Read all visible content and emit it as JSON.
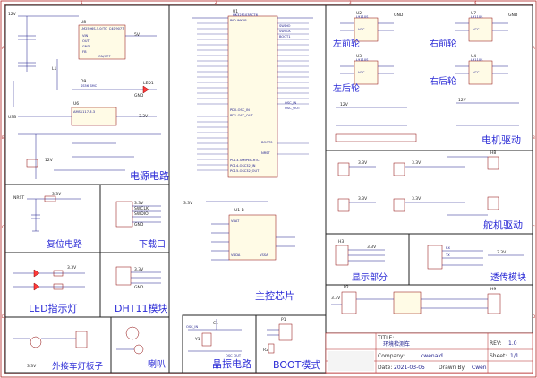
{
  "sections": {
    "power": "电源电路",
    "reset": "复位电路",
    "download": "下载口",
    "led": "LED指示灯",
    "dht11": "DHT11模块",
    "car_light": "外接车灯板子",
    "buzzer": "喇叭",
    "crystal": "晶振电路",
    "boot": "BOOT模式",
    "mcu": "主控芯片",
    "motor_drive": "电机驱动",
    "servo_drive": "舵机驱动",
    "display": "显示部分",
    "bt": "透传模块"
  },
  "wheels": {
    "left_front": "左前轮",
    "right_front": "右前轮",
    "left_rear": "左后轮",
    "right_rear": "右后轮"
  },
  "title_block": {
    "title_label": "TITLE:",
    "title_value": "环境检测车",
    "rev_label": "REV:",
    "rev_value": "1.0",
    "company_label": "Company:",
    "company_value": "cwenaid",
    "sheet_label": "Sheet:",
    "sheet_value": "1/1",
    "date_label": "Date:",
    "date_value": "2021-03-05",
    "drawn_label": "Drawn By:",
    "drawn_value": "Cwen"
  },
  "parts": {
    "u8": "U8",
    "u8_name": "LM2596S-5.0(TO_C4D9077",
    "u1": "U1",
    "u1_name": "HK32F103RCT6",
    "u1b": "U1 B",
    "u6": "U6",
    "u6_name": "AMS1117-3.3",
    "l1": "L1",
    "d9": "D9",
    "d9_name": "SS56 SMC",
    "led1": "LED1",
    "u2": "U2",
    "u3": "U3",
    "u7": "U7",
    "u4": "U4",
    "u4_name": "L9110S",
    "h3": "H3",
    "h8": "H8",
    "h9": "H9",
    "p1": "P1",
    "p2": "P2",
    "y1": "Y1",
    "c1": "C1",
    "r2": "R2",
    "rx": "RX",
    "tx": "TX"
  },
  "nets": {
    "v12": "12V",
    "v3v3": "3.3V",
    "v5": "5V",
    "gnd": "GND",
    "vcc": "VCC",
    "vbat": "VBAT",
    "vdda": "VDDA",
    "vssa": "VSSA",
    "boot0": "BOOT0",
    "nrst": "NRST",
    "swdio": "SWDIO",
    "swclk": "SWCLK",
    "osc_in": "OSC_IN",
    "osc_out": "OSC_OUT",
    "pa0": "PA0-WKUP",
    "pc13": "PC13-TAMPER-RTC",
    "pc14": "PC14-OSC32_IN",
    "pc15": "PC15-OSC32_OUT",
    "pd0": "PD0-OSC_IN",
    "pd1": "PD1-OSC_OUT",
    "boot1": "BOOT1",
    "usb": "USB",
    "vin": "VIN",
    "out": "OUT",
    "fb": "FB",
    "on_off": "ON/OFF"
  }
}
